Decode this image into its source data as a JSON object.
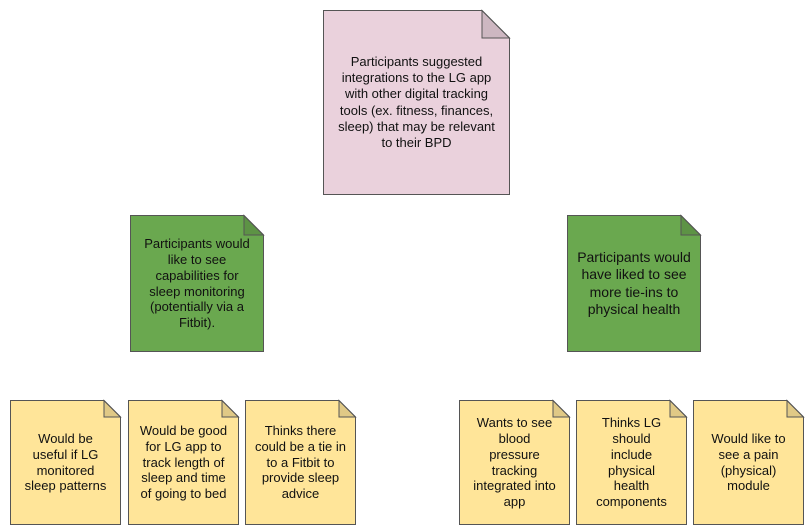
{
  "colors": {
    "root_fill": "#ead1dc",
    "theme_fill": "#6aa84f",
    "leaf_fill": "#ffe599",
    "border": "#555555"
  },
  "root": {
    "text": "Participants suggested integrations to the LG app with other digital tracking tools (ex. fitness, finances, sleep) that may be relevant to their BPD"
  },
  "themes": [
    {
      "text": "Participants would like to see capabilities for sleep monitoring (potentially via a Fitbit)."
    },
    {
      "text": "Participants would have liked to see more tie-ins to physical health"
    }
  ],
  "leaves_left": [
    {
      "text": "Would be useful if LG monitored sleep patterns"
    },
    {
      "text": "Would be good for LG app to track length of sleep and time of going to bed"
    },
    {
      "text": "Thinks there could be a tie in to a Fitbit to provide sleep advice"
    }
  ],
  "leaves_right": [
    {
      "text": "Wants to see blood pressure tracking integrated into app"
    },
    {
      "text": "Thinks LG should include physical health components"
    },
    {
      "text": "Would like to see a pain (physical) module"
    }
  ]
}
